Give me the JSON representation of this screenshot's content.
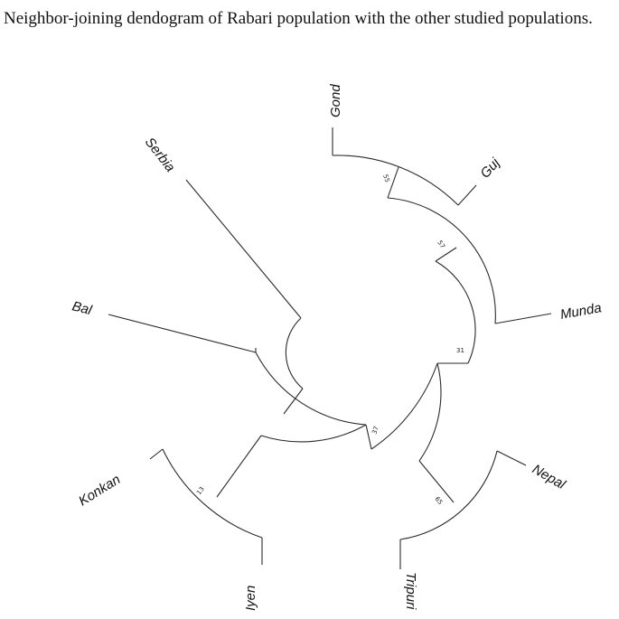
{
  "caption": "Neighbor-joining dendogram of Rabari population with the other studied populations.",
  "taxa": {
    "gond": "Gond",
    "guj": "Guj",
    "munda": "Munda",
    "nepal": "Nepal",
    "tripuri": "Tripuri",
    "iyen": "Iyen",
    "konkan": "Konkan",
    "bal": "Bal",
    "serbia": "Serbia"
  },
  "bootstrap": {
    "gond_guj": "55",
    "munda_clade": "57",
    "east_clade": "31",
    "nepal_tripuri": "65",
    "root_split": "37",
    "konkan_iyen": "13"
  }
}
